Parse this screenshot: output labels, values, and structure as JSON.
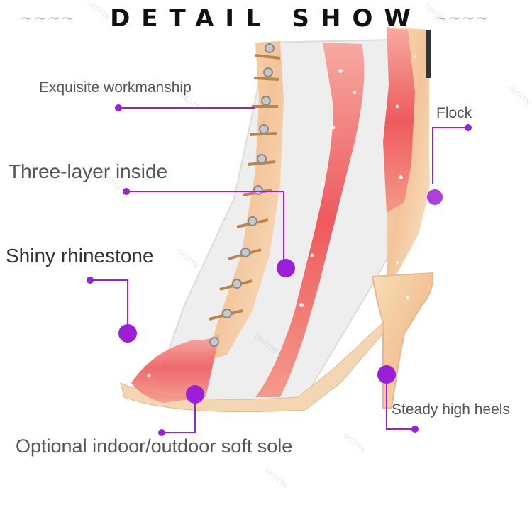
{
  "header": {
    "title": "DETAIL SHOW",
    "left_deco": "~~~~",
    "right_deco": "~~~~"
  },
  "watermark": "GEOTTN",
  "annotations": {
    "workmanship": "Exquisite workmanship",
    "flock": "Flock",
    "three_layer": "Three-layer inside",
    "rhinestone": "Shiny rhinestone",
    "heels": "Steady high heels",
    "sole": "Optional indoor/outdoor soft sole"
  },
  "colors": {
    "accent": "#9b1fd8",
    "pink": "#f06a6a",
    "cream": "#f2d6a8",
    "lace": "#b9864a"
  }
}
